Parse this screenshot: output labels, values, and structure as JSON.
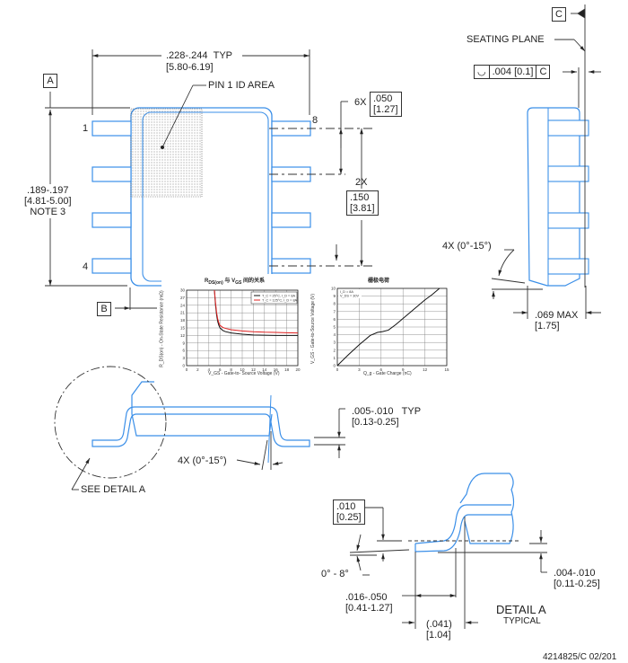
{
  "drawing": {
    "datum_a": "A",
    "datum_b": "B",
    "datum_c": "C",
    "seating_plane": "SEATING PLANE",
    "pin1_id": "PIN 1 ID AREA",
    "pin_1": "1",
    "pin_4": "4",
    "pin_8": "8",
    "width_dim": {
      "inch": ".228-.244",
      "suffix": "TYP",
      "mm": "[5.80-6.19]"
    },
    "length_dim": {
      "inch": ".189-.197",
      "mm": "[4.81-5.00]",
      "note": "NOTE 3"
    },
    "pitch": {
      "prefix": "6X",
      "inch": ".050",
      "mm": "[1.27]"
    },
    "span": {
      "prefix": "2X",
      "inch": ".150",
      "mm": "[3.81]"
    },
    "flatness": {
      "symbol": "profile-of-surface",
      "value": ".004 [0.1]",
      "datum": "C"
    },
    "side_angle": "4X (0°-15°)",
    "max_height": {
      "inch": ".069 MAX",
      "mm": "[1.75]"
    },
    "lead_thickness": {
      "inch": ".005-.010",
      "suffix": "TYP",
      "mm": "[0.13-0.25]"
    },
    "end_angle": "4X (0°-15°)",
    "see_detail": "SEE DETAIL A",
    "gauge": {
      "inch": ".010",
      "mm": "[0.25]"
    },
    "foot_angle": "0° - 8°",
    "standoff": {
      "inch": ".004-.010",
      "mm": "[0.11-0.25]"
    },
    "foot_length": {
      "inch": ".016-.050",
      "mm": "[0.41-1.27]"
    },
    "foot_ref": {
      "inch": "(.041)",
      "mm": "[1.04]"
    },
    "detail_title": "DETAIL A",
    "detail_sub": "TYPICAL",
    "doc_number": "4214825/C  02/201"
  },
  "chart_data": [
    {
      "type": "line",
      "title": "R_DS(on) 与 V_GS 间的关系",
      "title_main": "R",
      "title_sub1": "DS(on)",
      "title_mid": " 与 V",
      "title_sub2": "GS",
      "title_end": " 间的关系",
      "xlabel": "V_GS - Gate-to- Source Voltage (V)",
      "ylabel": "R_DS(on) - On-State Resistance (mΩ)",
      "xlim": [
        0,
        20
      ],
      "ylim": [
        0,
        30
      ],
      "xticks": [
        0,
        2,
        4,
        6,
        8,
        10,
        12,
        14,
        16,
        18,
        20
      ],
      "yticks": [
        0,
        3,
        6,
        9,
        12,
        15,
        18,
        21,
        24,
        27,
        30
      ],
      "grid": true,
      "legend_position": "top-right",
      "series": [
        {
          "name": "T_C = 25°C, I_D = 8A",
          "color": "#111111",
          "x": [
            5.0,
            5.2,
            5.4,
            5.6,
            5.8,
            6.0,
            6.5,
            7,
            8,
            10,
            12,
            14,
            16,
            18,
            20
          ],
          "y": [
            30,
            24,
            20,
            17.5,
            16,
            15,
            14,
            13.5,
            13,
            12.5,
            12.2,
            12.1,
            12,
            12,
            12
          ]
        },
        {
          "name": "T_C = 125°C, I_D = 8A",
          "color": "#e02020",
          "x": [
            5.0,
            5.2,
            5.4,
            5.6,
            5.8,
            6.0,
            6.5,
            7,
            8,
            10,
            12,
            14,
            16,
            18,
            20
          ],
          "y": [
            30,
            25,
            21,
            18.5,
            17,
            16,
            15.2,
            14.8,
            14.3,
            13.8,
            13.5,
            13.3,
            13.2,
            13.1,
            13
          ]
        }
      ]
    },
    {
      "type": "line",
      "title": "栅极电荷",
      "xlabel": "Q_g - Gate Charge (nC)",
      "ylabel": "V_GS - Gate-to-Source Voltage (V)",
      "xlim": [
        0,
        15
      ],
      "ylim": [
        0,
        10
      ],
      "xticks": [
        0,
        3,
        6,
        9,
        12,
        15
      ],
      "yticks": [
        0,
        1,
        2,
        3,
        4,
        5,
        6,
        7,
        8,
        9,
        10
      ],
      "grid": true,
      "annotation": [
        "I_D = 8A",
        "V_DS = 30V"
      ],
      "annotation_position": "top-left",
      "series": [
        {
          "name": "V_GS",
          "color": "#111111",
          "x": [
            0,
            1.5,
            3,
            4.5,
            5.5,
            6.2,
            7,
            8,
            9,
            10,
            11,
            12,
            13,
            14
          ],
          "y": [
            0,
            1.4,
            2.7,
            3.9,
            4.3,
            4.4,
            4.6,
            5.3,
            6.1,
            6.9,
            7.7,
            8.5,
            9.2,
            10
          ]
        }
      ]
    }
  ]
}
